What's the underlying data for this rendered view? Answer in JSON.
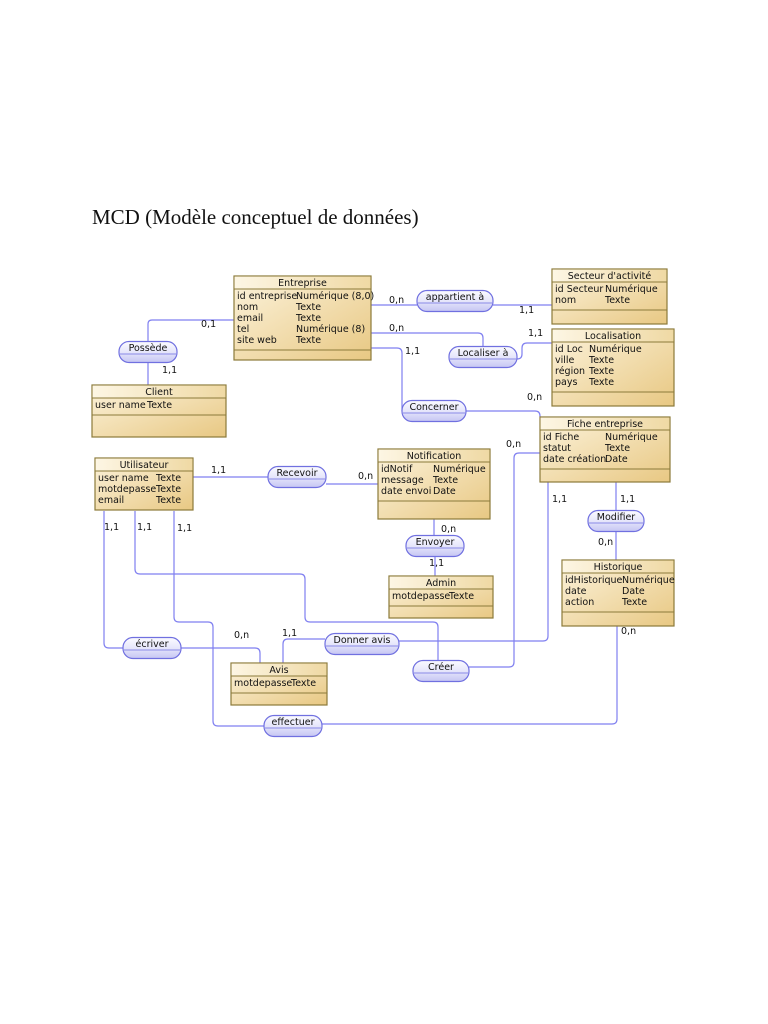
{
  "title": "MCD (Modèle conceptuel de données)",
  "colors": {
    "entity_fill_light": "#fbf1d8",
    "entity_fill_dark": "#e9c985",
    "entity_border": "#8b7a3a",
    "assoc_fill_light": "#f6f6ff",
    "assoc_fill_dark": "#c9c9f5",
    "assoc_border": "#7070e0",
    "link": "#7f7ff0"
  },
  "entities": [
    {
      "id": "entreprise",
      "name": "Entreprise",
      "attributes": [
        {
          "name": "id entreprise",
          "type": "Numérique (8,0)"
        },
        {
          "name": "nom",
          "type": "Texte"
        },
        {
          "name": "email",
          "type": "Texte"
        },
        {
          "name": "tel",
          "type": "Numérique (8)"
        },
        {
          "name": "site web",
          "type": "Texte"
        }
      ]
    },
    {
      "id": "secteur",
      "name": "Secteur d'activité",
      "attributes": [
        {
          "name": "id Secteur",
          "type": "Numérique"
        },
        {
          "name": "nom",
          "type": "Texte"
        }
      ]
    },
    {
      "id": "localisation",
      "name": "Localisation",
      "attributes": [
        {
          "name": "id Loc",
          "type": "Numérique"
        },
        {
          "name": "ville",
          "type": "Texte"
        },
        {
          "name": "région",
          "type": "Texte"
        },
        {
          "name": "pays",
          "type": "Texte"
        }
      ]
    },
    {
      "id": "client",
      "name": "Client",
      "attributes": [
        {
          "name": "user name",
          "type": "Texte"
        }
      ]
    },
    {
      "id": "fiche",
      "name": "Fiche entreprise",
      "attributes": [
        {
          "name": "id Fiche",
          "type": "Numérique"
        },
        {
          "name": "statut",
          "type": "Texte"
        },
        {
          "name": "date création",
          "type": "Date"
        }
      ]
    },
    {
      "id": "utilisateur",
      "name": "Utilisateur",
      "attributes": [
        {
          "name": "user name",
          "type": "Texte"
        },
        {
          "name": "motdepasse",
          "type": "Texte"
        },
        {
          "name": "email",
          "type": "Texte"
        }
      ]
    },
    {
      "id": "notification",
      "name": "Notification",
      "attributes": [
        {
          "name": "idNotif",
          "type": "Numérique"
        },
        {
          "name": "message",
          "type": "Texte"
        },
        {
          "name": "date envoi",
          "type": "Date"
        }
      ]
    },
    {
      "id": "admin",
      "name": "Admin",
      "attributes": [
        {
          "name": "motdepasse",
          "type": "Texte"
        }
      ]
    },
    {
      "id": "historique",
      "name": "Historique",
      "attributes": [
        {
          "name": "idHistorique",
          "type": "Numérique"
        },
        {
          "name": "date",
          "type": "Date"
        },
        {
          "name": "action",
          "type": "Texte"
        }
      ]
    },
    {
      "id": "avis",
      "name": "Avis",
      "attributes": [
        {
          "name": "motdepasse",
          "type": "Texte"
        }
      ]
    }
  ],
  "associations": [
    {
      "id": "appartient",
      "label": "appartient à"
    },
    {
      "id": "localiser",
      "label": "Localiser à"
    },
    {
      "id": "possede",
      "label": "Possède"
    },
    {
      "id": "concerner",
      "label": "Concerner"
    },
    {
      "id": "recevoir",
      "label": "Recevoir"
    },
    {
      "id": "envoyer",
      "label": "Envoyer"
    },
    {
      "id": "modifier",
      "label": "Modifier"
    },
    {
      "id": "ecrire",
      "label": "écriver"
    },
    {
      "id": "donner",
      "label": "Donner avis"
    },
    {
      "id": "creer",
      "label": "Créer"
    },
    {
      "id": "effectuer",
      "label": "effectuer"
    }
  ],
  "cardinalities": [
    {
      "id": "c1",
      "text": "0,n"
    },
    {
      "id": "c2",
      "text": "1,1"
    },
    {
      "id": "c3",
      "text": "0,n"
    },
    {
      "id": "c4",
      "text": "1,1"
    },
    {
      "id": "c5",
      "text": "0,1"
    },
    {
      "id": "c6",
      "text": "1,1"
    },
    {
      "id": "c7",
      "text": "1,1"
    },
    {
      "id": "c8",
      "text": "0,n"
    },
    {
      "id": "c9",
      "text": "1,1"
    },
    {
      "id": "c10",
      "text": "0,n"
    },
    {
      "id": "c11",
      "text": "0,n"
    },
    {
      "id": "c12",
      "text": "1,1"
    },
    {
      "id": "c13",
      "text": "1,1"
    },
    {
      "id": "c14",
      "text": "1,1"
    },
    {
      "id": "c15",
      "text": "0,n"
    },
    {
      "id": "c16",
      "text": "1,1"
    },
    {
      "id": "c17",
      "text": "1,1"
    },
    {
      "id": "c18",
      "text": "1,1"
    },
    {
      "id": "c19",
      "text": "0,n"
    },
    {
      "id": "c20",
      "text": "0,n"
    },
    {
      "id": "c21",
      "text": "1,1"
    },
    {
      "id": "c22",
      "text": "0,n"
    }
  ]
}
